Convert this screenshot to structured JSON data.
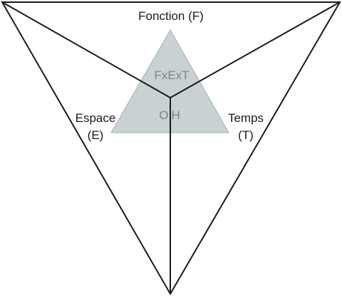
{
  "diagram": {
    "top_label": "Fonction (F)",
    "left_label_line1": "Espace",
    "left_label_line2": "(E)",
    "right_label_line1": "Temps",
    "right_label_line2": "(T)",
    "inner_top_label": "FxExT",
    "inner_center_label": "OH",
    "colors": {
      "inner_triangle_fill": "#c9d1d3",
      "inner_triangle_stroke": "#a3afb3",
      "lines": "#1a1a1a",
      "inner_text": "#7a868c"
    }
  }
}
